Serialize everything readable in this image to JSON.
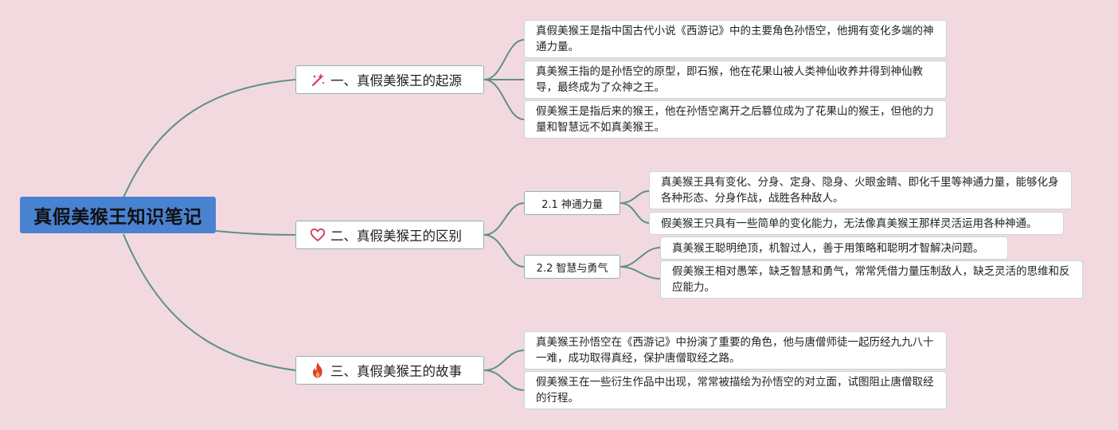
{
  "root": {
    "title": "真假美猴王知识笔记"
  },
  "branches": [
    {
      "title": "一、真假美猴王的起源",
      "icon": "sparkle-wand-icon",
      "items": [
        "真假美猴王是指中国古代小说《西游记》中的主要角色孙悟空，他拥有变化多端的神通力量。",
        "真美猴王指的是孙悟空的原型，即石猴，他在花果山被人类神仙收养并得到神仙教导，最终成为了众神之王。",
        "假美猴王是指后来的猴王，他在孙悟空离开之后篡位成为了花果山的猴王，但他的力量和智慧远不如真美猴王。"
      ]
    },
    {
      "title": "二、真假美猴王的区别",
      "icon": "heart-outline-icon",
      "subs": [
        {
          "title": "2.1 神通力量",
          "items": [
            "真美猴王具有变化、分身、定身、隐身、火眼金睛、即化千里等神通力量，能够化身各种形态、分身作战，战胜各种敌人。",
            "假美猴王只具有一些简单的变化能力，无法像真美猴王那样灵活运用各种神通。"
          ]
        },
        {
          "title": "2.2 智慧与勇气",
          "items": [
            "真美猴王聪明绝顶，机智过人，善于用策略和聪明才智解决问题。",
            "假美猴王相对愚笨，缺乏智慧和勇气，常常凭借力量压制敌人，缺乏灵活的思维和反应能力。"
          ]
        }
      ]
    },
    {
      "title": "三、真假美猴王的故事",
      "icon": "fire-icon",
      "items": [
        "真美猴王孙悟空在《西游记》中扮演了重要的角色，他与唐僧师徒一起历经九九八十一难，成功取得真经，保护唐僧取经之路。",
        "假美猴王在一些衍生作品中出现，常常被描绘为孙悟空的对立面，试图阻止唐僧取经的行程。"
      ]
    }
  ],
  "colors": {
    "background": "#f2d9df",
    "root_fill": "#4a82d2",
    "connector": "#5e9181",
    "icon_red": "#e03a2f"
  }
}
